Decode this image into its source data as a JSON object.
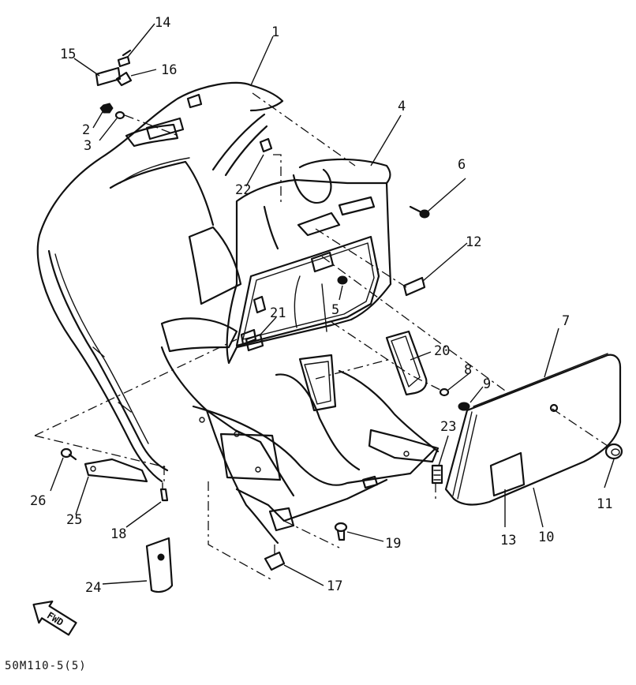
{
  "callouts": [
    {
      "id": "1",
      "label": "1"
    },
    {
      "id": "2",
      "label": "2"
    },
    {
      "id": "3",
      "label": "3"
    },
    {
      "id": "4",
      "label": "4"
    },
    {
      "id": "5",
      "label": "5"
    },
    {
      "id": "6",
      "label": "6"
    },
    {
      "id": "7",
      "label": "7"
    },
    {
      "id": "8",
      "label": "8"
    },
    {
      "id": "9",
      "label": "9"
    },
    {
      "id": "10",
      "label": "10"
    },
    {
      "id": "11",
      "label": "11"
    },
    {
      "id": "12",
      "label": "12"
    },
    {
      "id": "13",
      "label": "13"
    },
    {
      "id": "14",
      "label": "14"
    },
    {
      "id": "15",
      "label": "15"
    },
    {
      "id": "16",
      "label": "16"
    },
    {
      "id": "17",
      "label": "17"
    },
    {
      "id": "18",
      "label": "18"
    },
    {
      "id": "19",
      "label": "19"
    },
    {
      "id": "20",
      "label": "20"
    },
    {
      "id": "21",
      "label": "21"
    },
    {
      "id": "22",
      "label": "22"
    },
    {
      "id": "23",
      "label": "23"
    },
    {
      "id": "24",
      "label": "24"
    },
    {
      "id": "25",
      "label": "25"
    },
    {
      "id": "26",
      "label": "26"
    }
  ],
  "direction_marker": {
    "label": "FWD"
  },
  "drawing_code": "50M110-5(5)"
}
